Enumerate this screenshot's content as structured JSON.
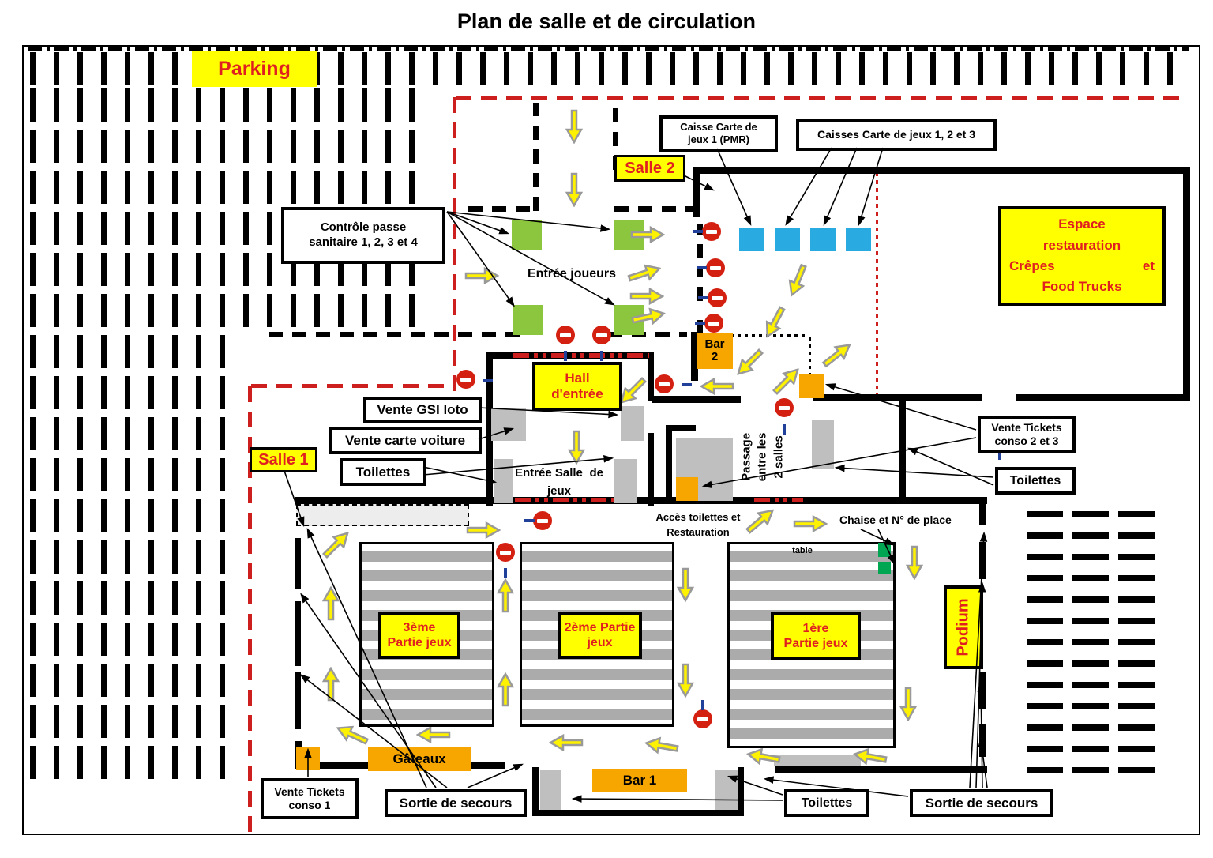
{
  "title": "Plan de salle et de circulation",
  "colors": {
    "yellow": "#ffff00",
    "red_text": "#e02020",
    "red_line": "#ce1f1f",
    "orange": "#f7a600",
    "blue_caisse": "#29abe2",
    "green_sanitaire": "#8cc63e",
    "green_chaise": "#00a651",
    "gray_stripe": "#ababab",
    "arrow_yellow": "#fff200",
    "arrow_outline": "#999999",
    "no_entry_red": "#d32011",
    "blue_door_dash": "#20409a"
  },
  "parking": {
    "label": "Parking"
  },
  "rooms": {
    "salle1": "Salle 1",
    "salle2": "Salle 2",
    "hall": {
      "line1": "Hall",
      "line2": "d'entrée"
    },
    "podium": "Podium"
  },
  "restauration": {
    "line1": "Espace",
    "line2": "restauration",
    "line3_left": "Crêpes",
    "line3_right": "et",
    "line4": "Food Trucks"
  },
  "bars": {
    "bar1": "Bar 1",
    "bar2_line1": "Bar",
    "bar2_line2": "2",
    "gateaux": "Gâteaux"
  },
  "info_boxes": {
    "controle": {
      "line1": "Contrôle passe",
      "line2": "sanitaire 1, 2, 3 et 4"
    },
    "caisse_pmr": {
      "line1": "Caisse Carte de",
      "line2": "jeux 1 (PMR)"
    },
    "caisses": "Caisses Carte de jeux 1, 2 et 3",
    "vente_gsi": "Vente GSI loto",
    "vente_carte_voiture": "Vente carte voiture",
    "toilettes_hall": "Toilettes",
    "vente_tickets_23": {
      "line1": "Vente Tickets",
      "line2": "conso 2 et 3"
    },
    "toilettes_droite": "Toilettes",
    "vente_tickets_1": {
      "line1": "Vente Tickets",
      "line2": "conso 1"
    },
    "sortie_secours_gauche": "Sortie de secours",
    "sortie_secours_droite": "Sortie de secours",
    "toilettes_bas": "Toilettes"
  },
  "annotations": {
    "entree_joueurs": "Entrée joueurs",
    "entree_salle": {
      "line1_left": "Entrée Salle",
      "line1_right": "de",
      "line2": "jeux"
    },
    "passage": {
      "line1": "Passage",
      "line2": "entre les",
      "line3": "2 salles"
    },
    "acces": {
      "line1": "Accès toilettes et",
      "line2": "Restauration"
    },
    "chaise": "Chaise et N° de place",
    "table": "table"
  },
  "game_areas": {
    "a3": {
      "line1": "3ème",
      "line2": "Partie jeux"
    },
    "a2": {
      "line1": "2ème Partie",
      "line2": "jeux"
    },
    "a1": {
      "line1": "1ère",
      "line2": "Partie jeux"
    }
  }
}
